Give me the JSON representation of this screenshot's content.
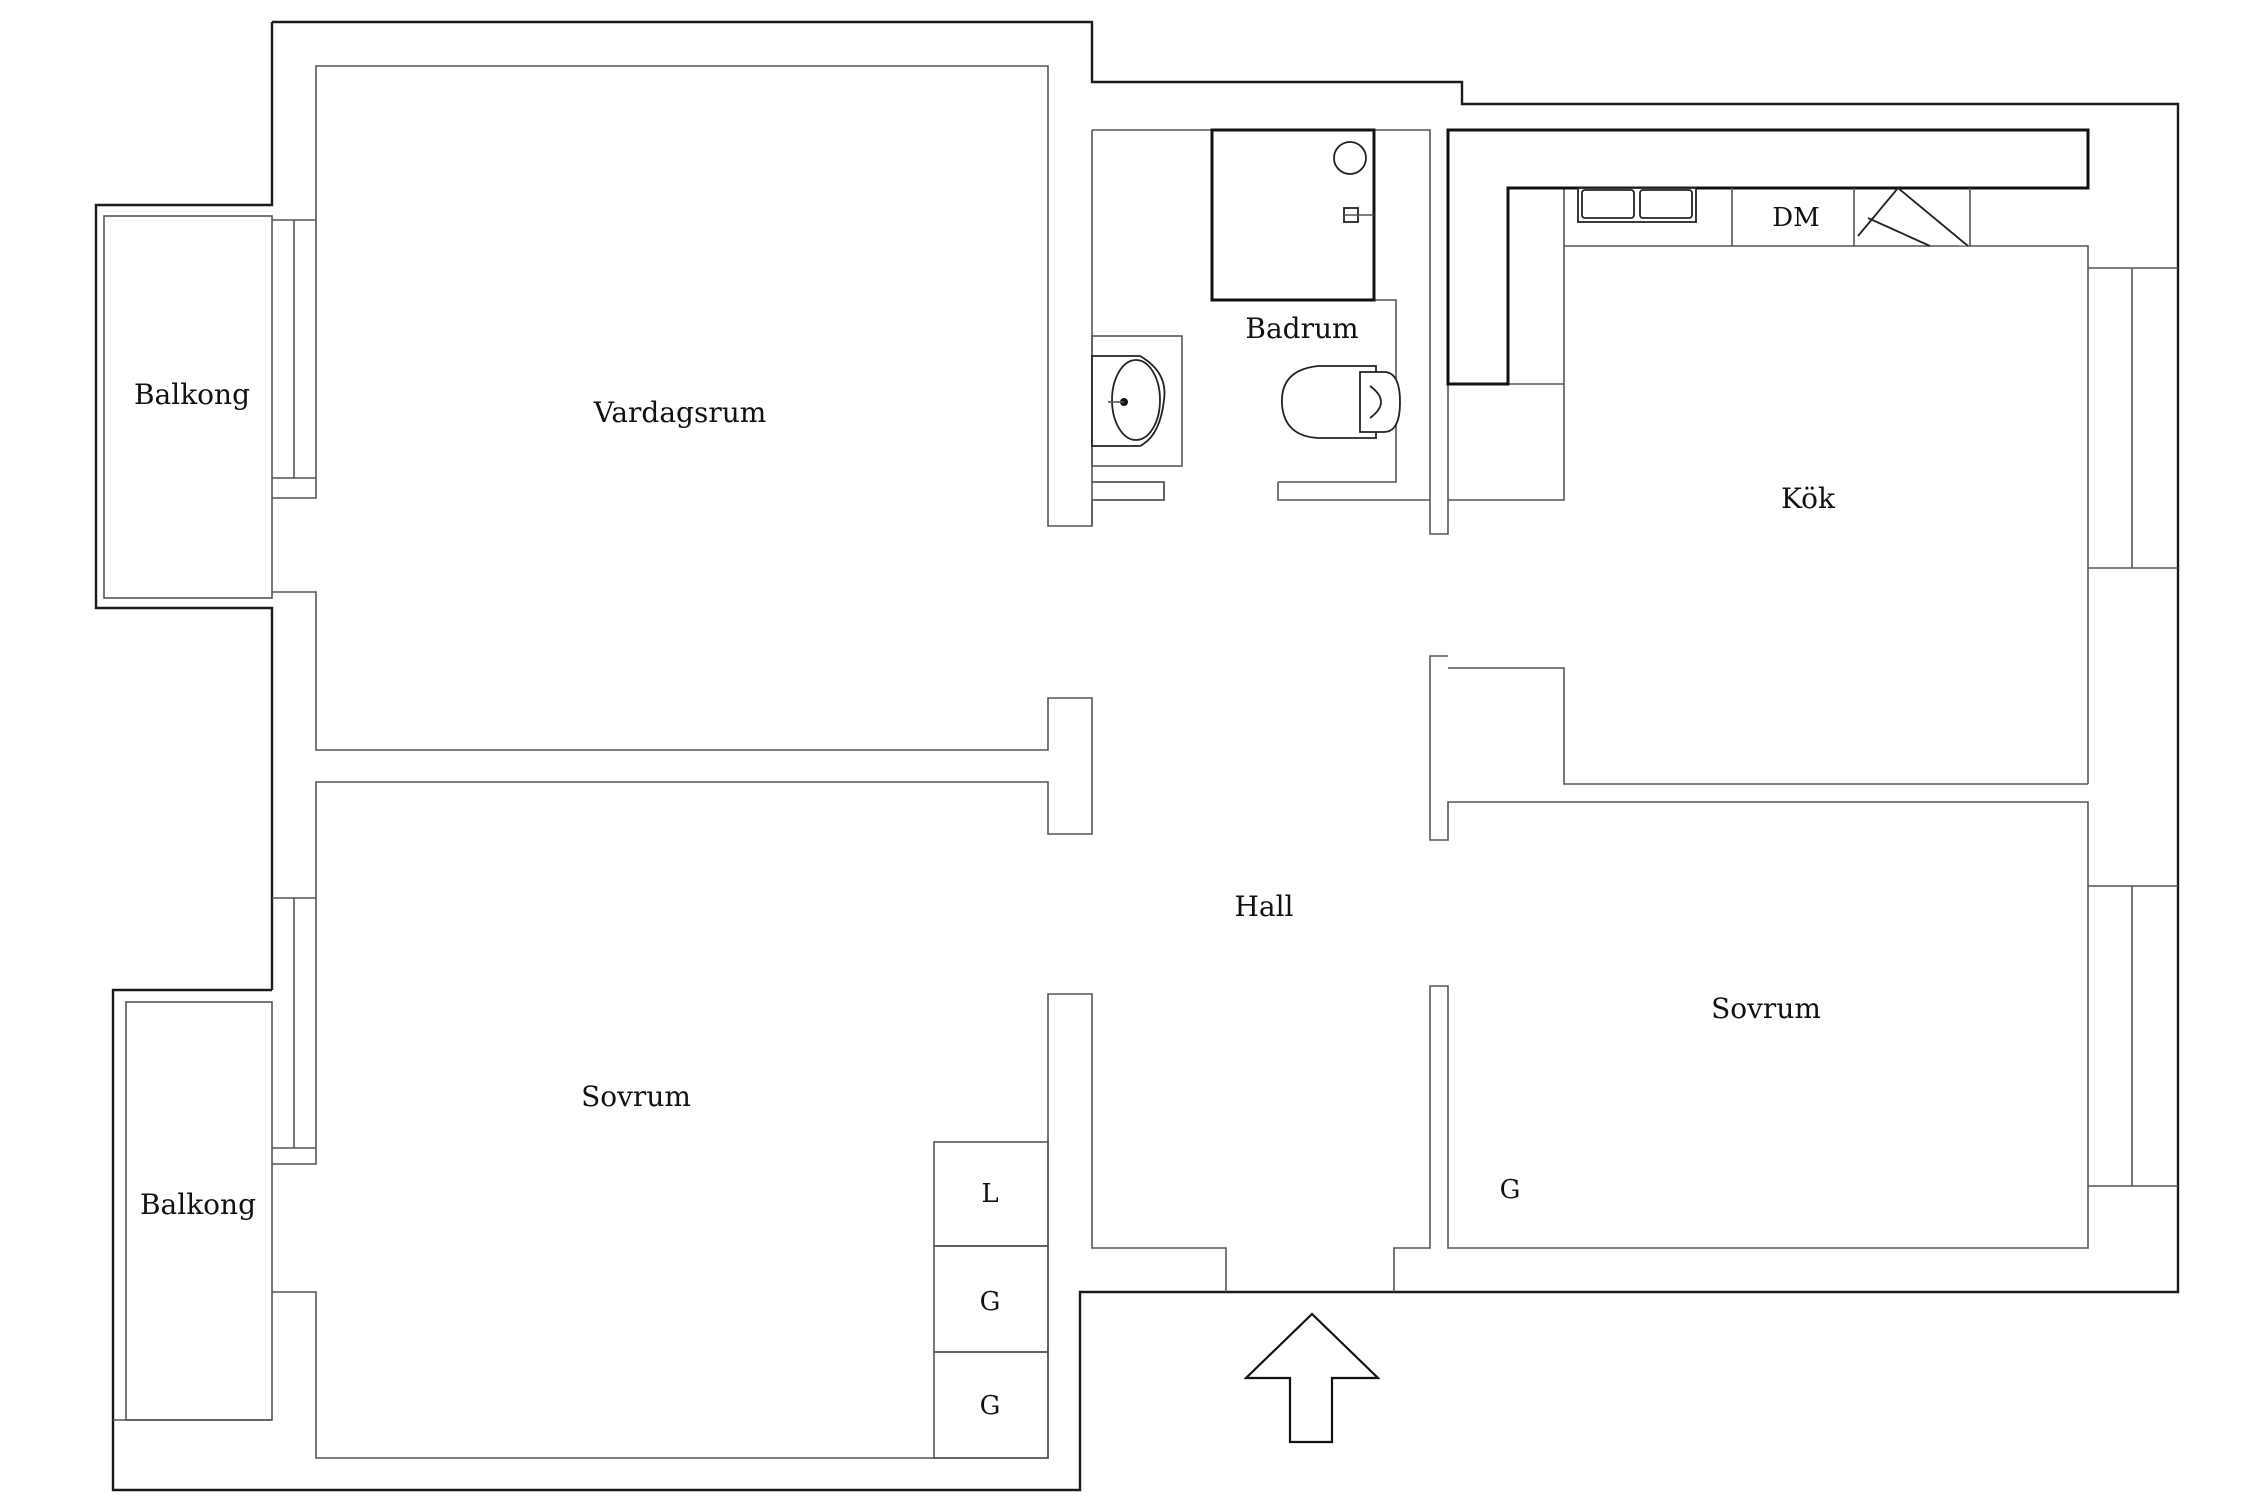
{
  "rooms": {
    "balkong_top": "Balkong",
    "vardagsrum": "Vardagsrum",
    "badrum": "Badrum",
    "kok": "Kök",
    "hall": "Hall",
    "sovrum_left": "Sovrum",
    "sovrum_right": "Sovrum",
    "balkong_bottom": "Balkong"
  },
  "closets": {
    "kitchen_appliance": "DM",
    "wardrobe_l": "L",
    "wardrobe_g1": "G",
    "wardrobe_g2": "G",
    "wardrobe_g_right": "G"
  },
  "entrance": {
    "icon": "entrance-arrow-icon"
  }
}
